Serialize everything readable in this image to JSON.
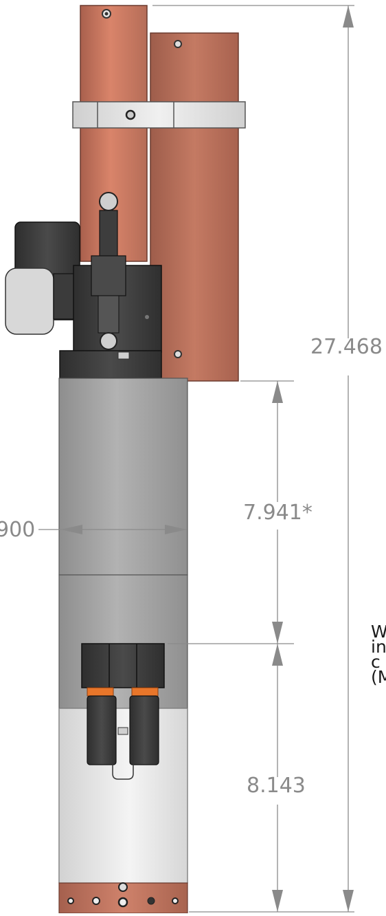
{
  "dimensions": {
    "overall_height": "27.468",
    "upper_section": "7.941*",
    "lower_section": "8.143",
    "diameter": "900"
  },
  "note_lines": [
    "W",
    "in",
    "c",
    "(M"
  ],
  "colors": {
    "copper": "#c97a63",
    "copper_dark": "#b06a57",
    "housing_gray": "#9c9c9c",
    "housing_light": "#dcdcdc",
    "black_part": "#3a3a3a",
    "orange_accent": "#e8762a",
    "dimension_line": "#8a8a8a"
  }
}
